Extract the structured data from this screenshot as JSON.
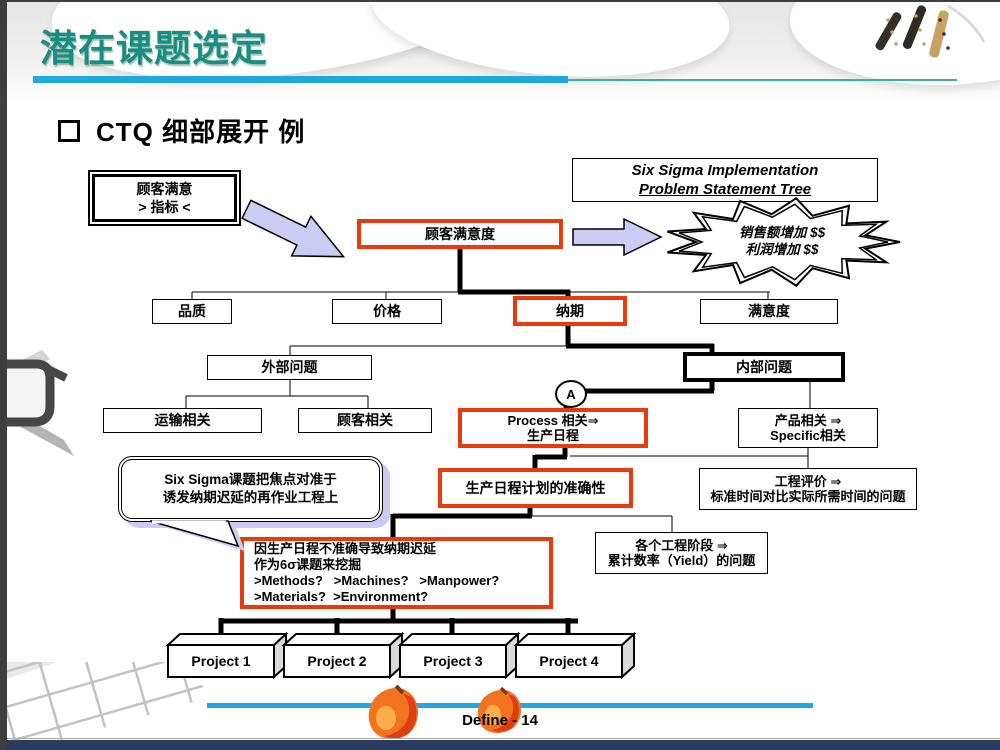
{
  "slide": {
    "title": "潜在课题选定",
    "heading": "CTQ 细部展开 例",
    "footer": "Define - 14"
  },
  "boxes": {
    "customer": {
      "line1": "顾客满意",
      "line2": "> 指标 <"
    },
    "six_sigma": {
      "line1": "Six Sigma Implementation",
      "line2": "Problem Statement Tree"
    },
    "satisfaction": "顾客满意度",
    "starburst": {
      "line1": "销售额增加 $$",
      "line2": "利润增加 $$"
    },
    "quality": "品质",
    "price": "价格",
    "delivery": "纳期",
    "satisfaction_level": "满意度",
    "external": "外部问题",
    "internal": "内部问题",
    "transport": "运输相关",
    "customer_related": "顾客相关",
    "process": {
      "line1": "Process 相关⇒",
      "line2": "生产日程"
    },
    "product": {
      "line1": "产品相关 ⇒",
      "line2": "Specific相关"
    },
    "evaluation": {
      "line1": "工程评价 ⇒",
      "line2": "标准时间对比实际所需时间的问题"
    },
    "schedule": "生产日程计划的准确性",
    "bubble": {
      "line1": "Six Sigma课题把焦点对准于",
      "line2": "诱发纳期迟延的再作业工程上"
    },
    "big_red": {
      "line1": "因生产日程不准确导致纳期迟延",
      "line2": "作为6σ课题来挖掘",
      "line3": ">Methods?   >Machines?   >Manpower?",
      "line4": ">Materials?  >Environment?"
    },
    "stages": {
      "line1": "各个工程阶段 ⇒",
      "line2": "累计数率（Yield）的问题"
    },
    "connector_a": "A",
    "projects": [
      "Project 1",
      "Project 2",
      "Project 3",
      "Project 4"
    ]
  },
  "colors": {
    "title_green": "#178E7F",
    "cyan_bar": "#1FA8E0",
    "thin_teal": "#3AAF9F",
    "accent_red": "#E93A0C",
    "lavender": "#CBCBF3",
    "navy_bar": "#2B3A5F"
  }
}
